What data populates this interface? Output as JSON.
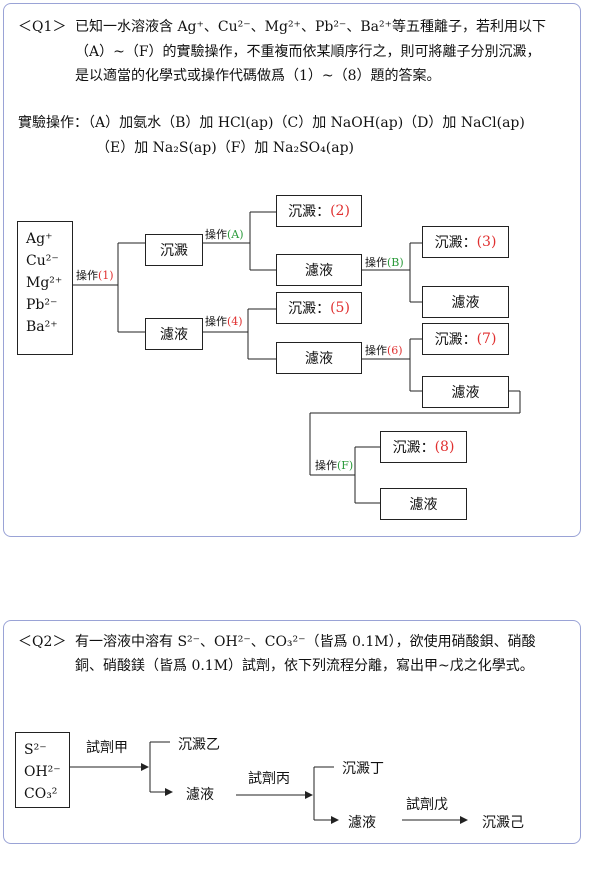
{
  "q1": {
    "label": "＜Q1＞",
    "intro_line1": "已知一水溶液含 Ag⁺、Cu²⁻、Mg²⁺、Pb²⁻、Ba²⁺等五種離子，若利用以下",
    "intro_line2": "（A）~（F）的實驗操作，不重複而依某順序行之，則可將離子分別沉澱，",
    "intro_line3": "是以適當的化學式或操作代碼做爲（1）~（8）題的答案。",
    "ops_line1": "實驗操作：（A）加氨水（B）加 HCl(ap)（C）加 NaOH(ap)（D）加 NaCl(ap)",
    "ops_line2": "（E）加 Na₂S(ap)（F）加 Na₂SO₄(ap)",
    "ions": [
      "Ag⁺",
      "Cu²⁻",
      "Mg²⁺",
      "Pb²⁻",
      "Ba²⁺"
    ],
    "op_prefix": "操作",
    "op1": "(1)",
    "opA": "(A)",
    "op4": "(4)",
    "opB": "(B)",
    "op6": "(6)",
    "opF": "(F)",
    "precip_prefix": "沉澱：",
    "precipitate": "沉澱",
    "filtrate": "濾液",
    "n2": "(2)",
    "n3": "(3)",
    "n5": "(5)",
    "n7": "(7)",
    "n8": "(8)",
    "colors": {
      "red": "#e03030",
      "green": "#2a9a3a",
      "border": "#9aa3d6"
    }
  },
  "q2": {
    "label": "＜Q2＞",
    "intro_line1": "有一溶液中溶有 S²⁻、OH²⁻、CO₃²⁻（皆爲 0.1M），欲使用硝酸鋇、硝酸",
    "intro_line2": "銅、硝酸鎂（皆爲 0.1M）試劑，依下列流程分離，寫出甲~戊之化學式。",
    "ions": [
      "S²⁻",
      "OH²⁻",
      "CO₃²"
    ],
    "reagent_jia": "試劑甲",
    "precip_yi": "沉澱乙",
    "filtrate1": "濾液",
    "reagent_bing": "試劑丙",
    "precip_ding": "沉澱丁",
    "filtrate2": "濾液",
    "reagent_wu": "試劑戊",
    "precip_ji": "沉澱己"
  }
}
